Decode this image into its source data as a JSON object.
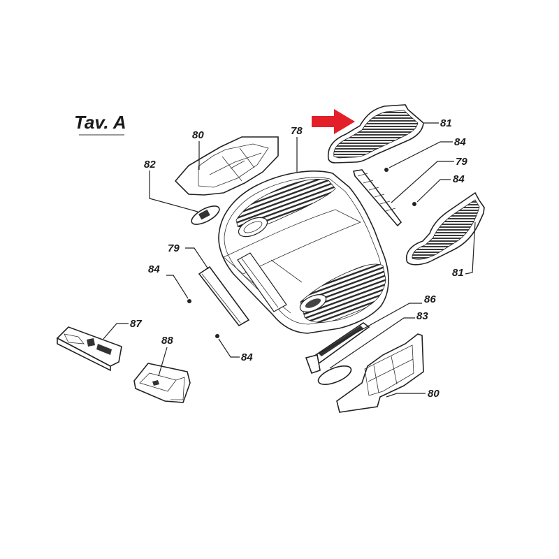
{
  "title": "Tav. A",
  "arrow_color": "#e3202a",
  "labels": {
    "l78": "78",
    "l80_top": "80",
    "l80_bottom": "80",
    "l81_top": "81",
    "l81_bottom": "81",
    "l82": "82",
    "l83": "83",
    "l84_a": "84",
    "l84_b": "84",
    "l84_c": "84",
    "l84_d": "84",
    "l79_left": "79",
    "l79_right": "79",
    "l86": "86",
    "l87": "87",
    "l88": "88"
  }
}
